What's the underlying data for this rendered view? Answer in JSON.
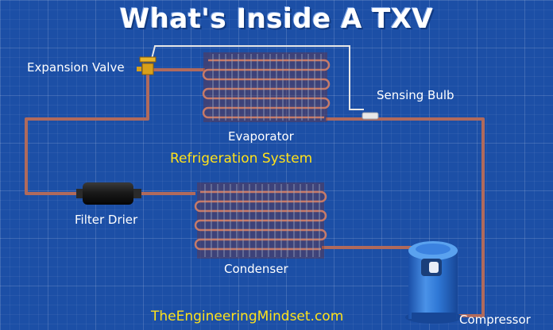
{
  "title": "What's Inside A TXV",
  "system_title": "Refrigeration System",
  "website": "TheEngineeringMindset.com",
  "labels": {
    "expansion_valve": "Expansion Valve",
    "sensing_bulb": "Sensing Bulb",
    "evaporator": "Evaporator",
    "filter_drier": "Filter Drier",
    "condenser": "Condenser",
    "compressor": "Compressor"
  },
  "colors": {
    "background": "#1c4fa6",
    "pipe": "#b06a5c",
    "capillary": "#e8e8e8",
    "title_accent": "#ffe21a",
    "compressor": "#2f78d6",
    "valve": "#d8a019"
  },
  "icons": [
    "expansion-valve-icon",
    "sensing-bulb-icon",
    "evaporator-coil-icon",
    "condenser-coil-icon",
    "filter-drier-icon",
    "compressor-icon"
  ]
}
